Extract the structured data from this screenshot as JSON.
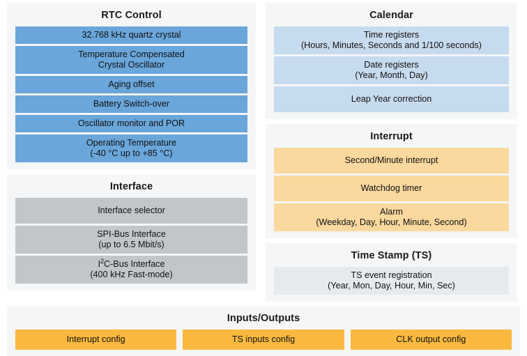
{
  "diagram": {
    "title_visible": false,
    "colors": {
      "panel_background": "#f4f6f7",
      "page_background": "#ffffff",
      "rtc_blue": "#6aa6da",
      "calendar_light_blue": "#c7dbee",
      "interface_gray": "#c2c6c9",
      "interrupt_orange": "#fad89e",
      "io_amber": "#f9b93f",
      "timestamp_gray": "#e7eaec",
      "text": "#111111"
    }
  },
  "panels": {
    "rtc_control": {
      "title": "RTC Control",
      "items": [
        {
          "line1": "32.768 kHz quartz crystal",
          "line2": ""
        },
        {
          "line1": "Temperature Compensated",
          "line2": "Crystal Oscillator"
        },
        {
          "line1": "Aging offset",
          "line2": ""
        },
        {
          "line1": "Battery Switch-over",
          "line2": ""
        },
        {
          "line1": "Oscillator monitor and POR",
          "line2": ""
        },
        {
          "line1": "Operating Temperature",
          "line2": "(-40 °C up to +85 °C)"
        }
      ]
    },
    "interface": {
      "title": "Interface",
      "items": [
        {
          "line1": "Interface selector",
          "line2": ""
        },
        {
          "line1": "SPI-Bus Interface",
          "line2": "(up to 6.5 Mbit/s)"
        },
        {
          "line1": "I2C-Bus Interface",
          "line2": "(400 kHz Fast-mode)"
        }
      ]
    },
    "calendar": {
      "title": "Calendar",
      "items": [
        {
          "line1": "Time registers",
          "line2": "(Hours, Minutes, Seconds and 1/100 seconds)"
        },
        {
          "line1": "Date registers",
          "line2": "(Year, Month, Day)"
        },
        {
          "line1": "Leap Year correction",
          "line2": ""
        }
      ]
    },
    "interrupt": {
      "title": "Interrupt",
      "items": [
        {
          "line1": "Second/Minute interrupt",
          "line2": ""
        },
        {
          "line1": "Watchdog timer",
          "line2": ""
        },
        {
          "line1": "Alarm",
          "line2": "(Weekday, Day, Hour, Minute, Second)"
        }
      ]
    },
    "time_stamp": {
      "title": "Time Stamp (TS)",
      "items": [
        {
          "line1": "TS event registration",
          "line2": "(Year, Mon, Day, Hour, Min, Sec)"
        }
      ]
    },
    "inputs_outputs": {
      "title": "Inputs/Outputs",
      "items": [
        {
          "line1": "Interrupt config",
          "line2": ""
        },
        {
          "line1": "TS inputs config",
          "line2": ""
        },
        {
          "line1": "CLK output config",
          "line2": ""
        }
      ]
    }
  }
}
